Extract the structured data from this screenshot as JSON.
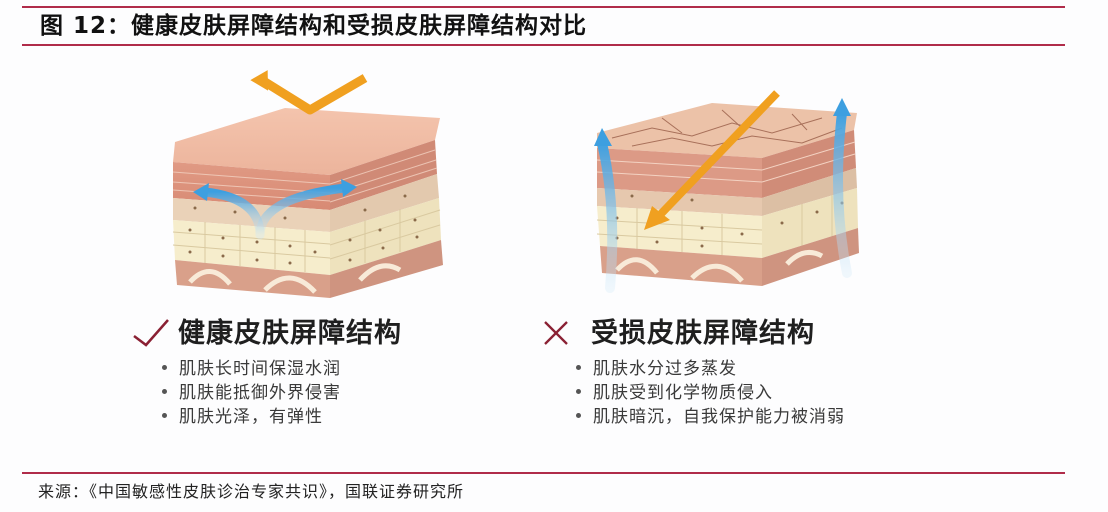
{
  "figure": {
    "title": "图 12：健康皮肤屏障结构和受损皮肤屏障结构对比",
    "source": "来源：《中国敏感性皮肤诊治专家共识》，国联证券研究所"
  },
  "colors": {
    "rule": "#b02c4a",
    "check_mark": "#8a2033",
    "cross_mark": "#8a2033",
    "arrow_orange": "#f0a020",
    "arrow_blue": "#4aa8e0"
  },
  "panels": [
    {
      "status_icon": "check-icon",
      "heading": "健康皮肤屏障结构",
      "illustration": "healthy-skin-barrier-illustration",
      "bullets": [
        "肌肤长时间保湿水润",
        "肌肤能抵御外界侵害",
        "肌肤光泽，有弹性"
      ]
    },
    {
      "status_icon": "cross-icon",
      "heading": "受损皮肤屏障结构",
      "illustration": "damaged-skin-barrier-illustration",
      "bullets": [
        "肌肤水分过多蒸发",
        "肌肤受到化学物质侵入",
        "肌肤暗沉，自我保护能力被消弱"
      ]
    }
  ]
}
